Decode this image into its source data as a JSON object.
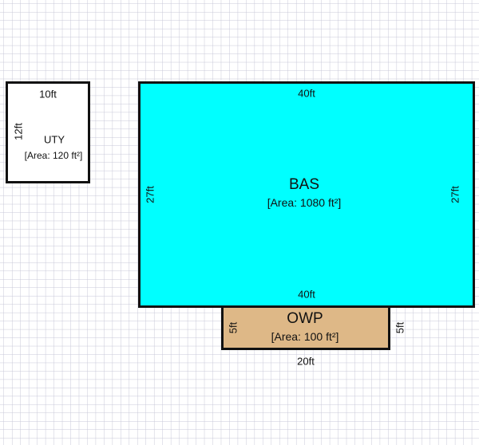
{
  "rooms": {
    "uty": {
      "name": "UTY",
      "area": "[Area: 120 ft²]",
      "top": "10ft",
      "left": "12ft",
      "fill": "#ffffff"
    },
    "bas": {
      "name": "BAS",
      "area": "[Area: 1080 ft²]",
      "top": "40ft",
      "bottom": "40ft",
      "left": "27ft",
      "right": "27ft",
      "fill": "#00ffff"
    },
    "owp": {
      "name": "OWP",
      "area": "[Area: 100 ft²]",
      "bottom": "20ft",
      "left": "5ft",
      "right": "5ft",
      "fill": "#deb887"
    }
  }
}
